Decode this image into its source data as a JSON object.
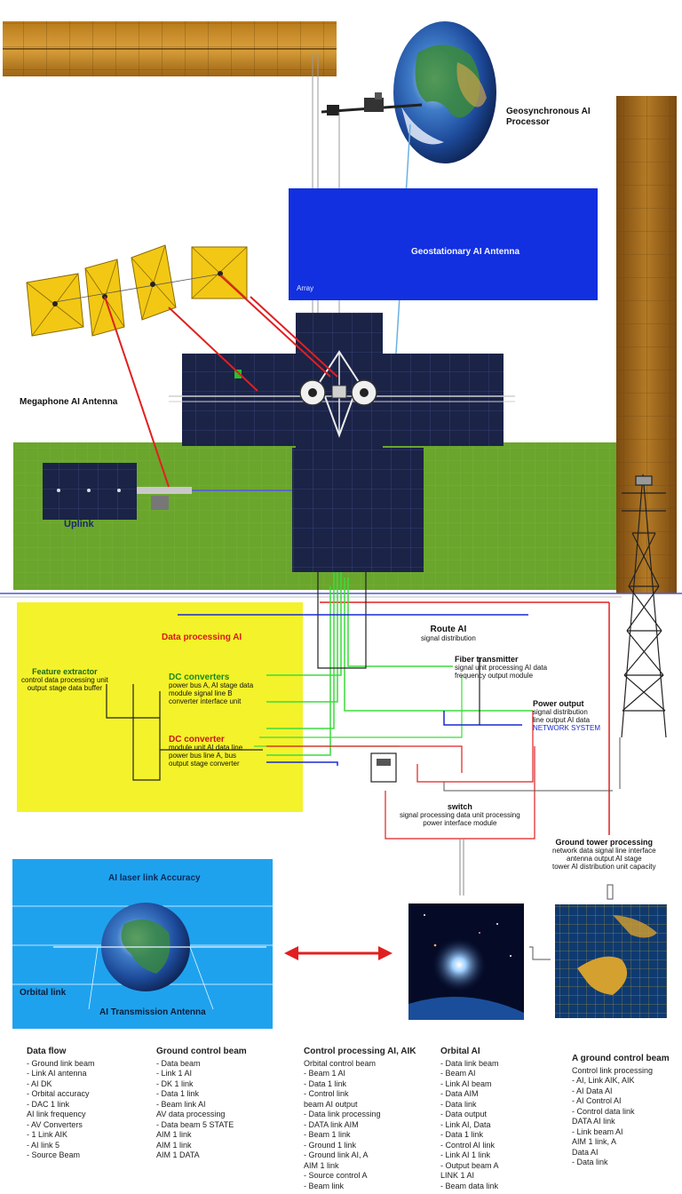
{
  "labels": {
    "top_right": [
      "Geosynchronous AI",
      "Processor"
    ],
    "blue_panel": "Geostationary AI Antenna",
    "blue_panel_small": "Array",
    "left_antenna": "Megaphone AI Antenna",
    "green_panel": "Uplink",
    "yellow_title": "Data processing AI",
    "yellow_left": [
      "Feature extractor",
      "control data processing unit",
      "output stage data buffer"
    ],
    "yellow_dc1": [
      "DC converters",
      "power bus A, AI stage data",
      "module signal line B",
      "converter interface unit"
    ],
    "yellow_dc2": [
      "DC converter",
      "module unit AI data line",
      "power bus line A, bus",
      "output stage converter"
    ],
    "right_top": [
      "Route AI",
      "signal distribution"
    ],
    "right_mid": [
      "Fiber transmitter",
      "signal unit processing AI data",
      "frequency output module"
    ],
    "right_small": [
      "Power output",
      "signal distribution",
      "line output AI data",
      "NETWORK SYSTEM"
    ],
    "central": [
      "switch",
      "signal processing data unit processing",
      "power interface module"
    ],
    "tower_box": [
      "Ground tower processing",
      "network data signal line interface",
      "antenna output AI stage",
      "tower AI distribution unit capacity"
    ],
    "bottom_blue_title": "AI laser link Accuracy",
    "bottom_blue_left": "Orbital link",
    "bottom_blue_bottom": "AI Transmission Antenna"
  },
  "notes": [
    [
      "Data flow",
      "- Ground link beam",
      "- Link AI antenna",
      "- AI   DK",
      "- Orbital accuracy",
      "- DAC   1 link",
      "  AI link frequency",
      "- AV   Converters",
      "- 1 Link   AIK",
      "- AI link 5",
      "- Source Beam"
    ],
    [
      "Ground control beam",
      "- Data beam",
      "- Link   1 AI",
      "- DK   1 link",
      "- Data   1 link",
      "- Beam   link AI",
      "  AV   data processing",
      "- Data beam 5 STATE",
      "  AIM   1 link",
      "  AIM   1 link",
      "  AIM   1 DATA"
    ],
    [
      "Control processing AI, AIK",
      "  Orbital control beam",
      "- Beam   1 AI",
      "- Data   1 link",
      "- Control link",
      "  beam AI output",
      "- Data link processing",
      "  - DATA   link AIM",
      "  - Beam   1 link",
      "  - Ground   1 link",
      "  - Ground   link AI, A",
      "  AIM   1 link",
      "  - Source   control A",
      "  - Beam   link"
    ],
    [
      "Orbital AI",
      "- Data link beam",
      "- Beam   AI",
      "- Link AI beam",
      "- Data AIM",
      "- Data   link",
      "- Data output",
      "- Link AI, Data",
      "- Data   1 link",
      "- Control AI link",
      "- Link AI   1 link",
      "- Output beam A",
      "  LINK   1 AI",
      "- Beam data link"
    ],
    [
      "A ground control beam",
      "  Control link processing",
      "- AI, Link AIK, AIK",
      "- AI   Data   AI",
      "- AI   Control AI",
      "- Control data link",
      "  DATA   AI link",
      "- Link beam AI",
      "  AIM   1 link, A",
      "  Data   AI",
      "- Data   link"
    ]
  ],
  "colors": {
    "solar_panel": "#1b2347",
    "gold_panel": "#f2c814",
    "green_field": "#6aa62c",
    "blue_panel": "#1230e0",
    "yellow_panel": "#f4f22a",
    "sky_panel": "#1fa2ee",
    "red_link": "#e02020",
    "green_wire": "#3ddc3d",
    "blue_wire": "#1a2ad0"
  }
}
